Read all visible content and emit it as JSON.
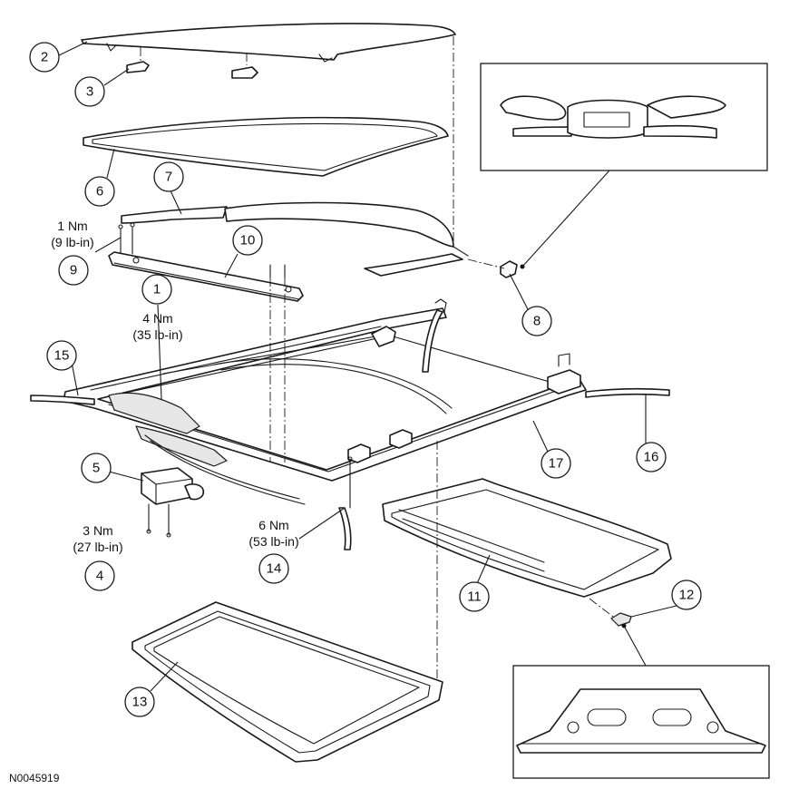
{
  "figure_id": "N0045919",
  "callouts": [
    {
      "id": "2"
    },
    {
      "id": "3"
    },
    {
      "id": "6"
    },
    {
      "id": "7"
    },
    {
      "id": "9"
    },
    {
      "id": "10"
    },
    {
      "id": "8"
    },
    {
      "id": "1"
    },
    {
      "id": "15"
    },
    {
      "id": "5"
    },
    {
      "id": "4"
    },
    {
      "id": "14"
    },
    {
      "id": "17"
    },
    {
      "id": "16"
    },
    {
      "id": "11"
    },
    {
      "id": "12"
    },
    {
      "id": "13"
    }
  ],
  "torque_specs": [
    {
      "for": "9",
      "metric": "1 Nm",
      "imperial": "(9 lb-in)"
    },
    {
      "for": "1",
      "metric": "4 Nm",
      "imperial": "(35 lb-in)"
    },
    {
      "for": "4",
      "metric": "3 Nm",
      "imperial": "(27 lb-in)"
    },
    {
      "for": "14",
      "metric": "6 Nm",
      "imperial": "(53 lb-in)"
    }
  ]
}
